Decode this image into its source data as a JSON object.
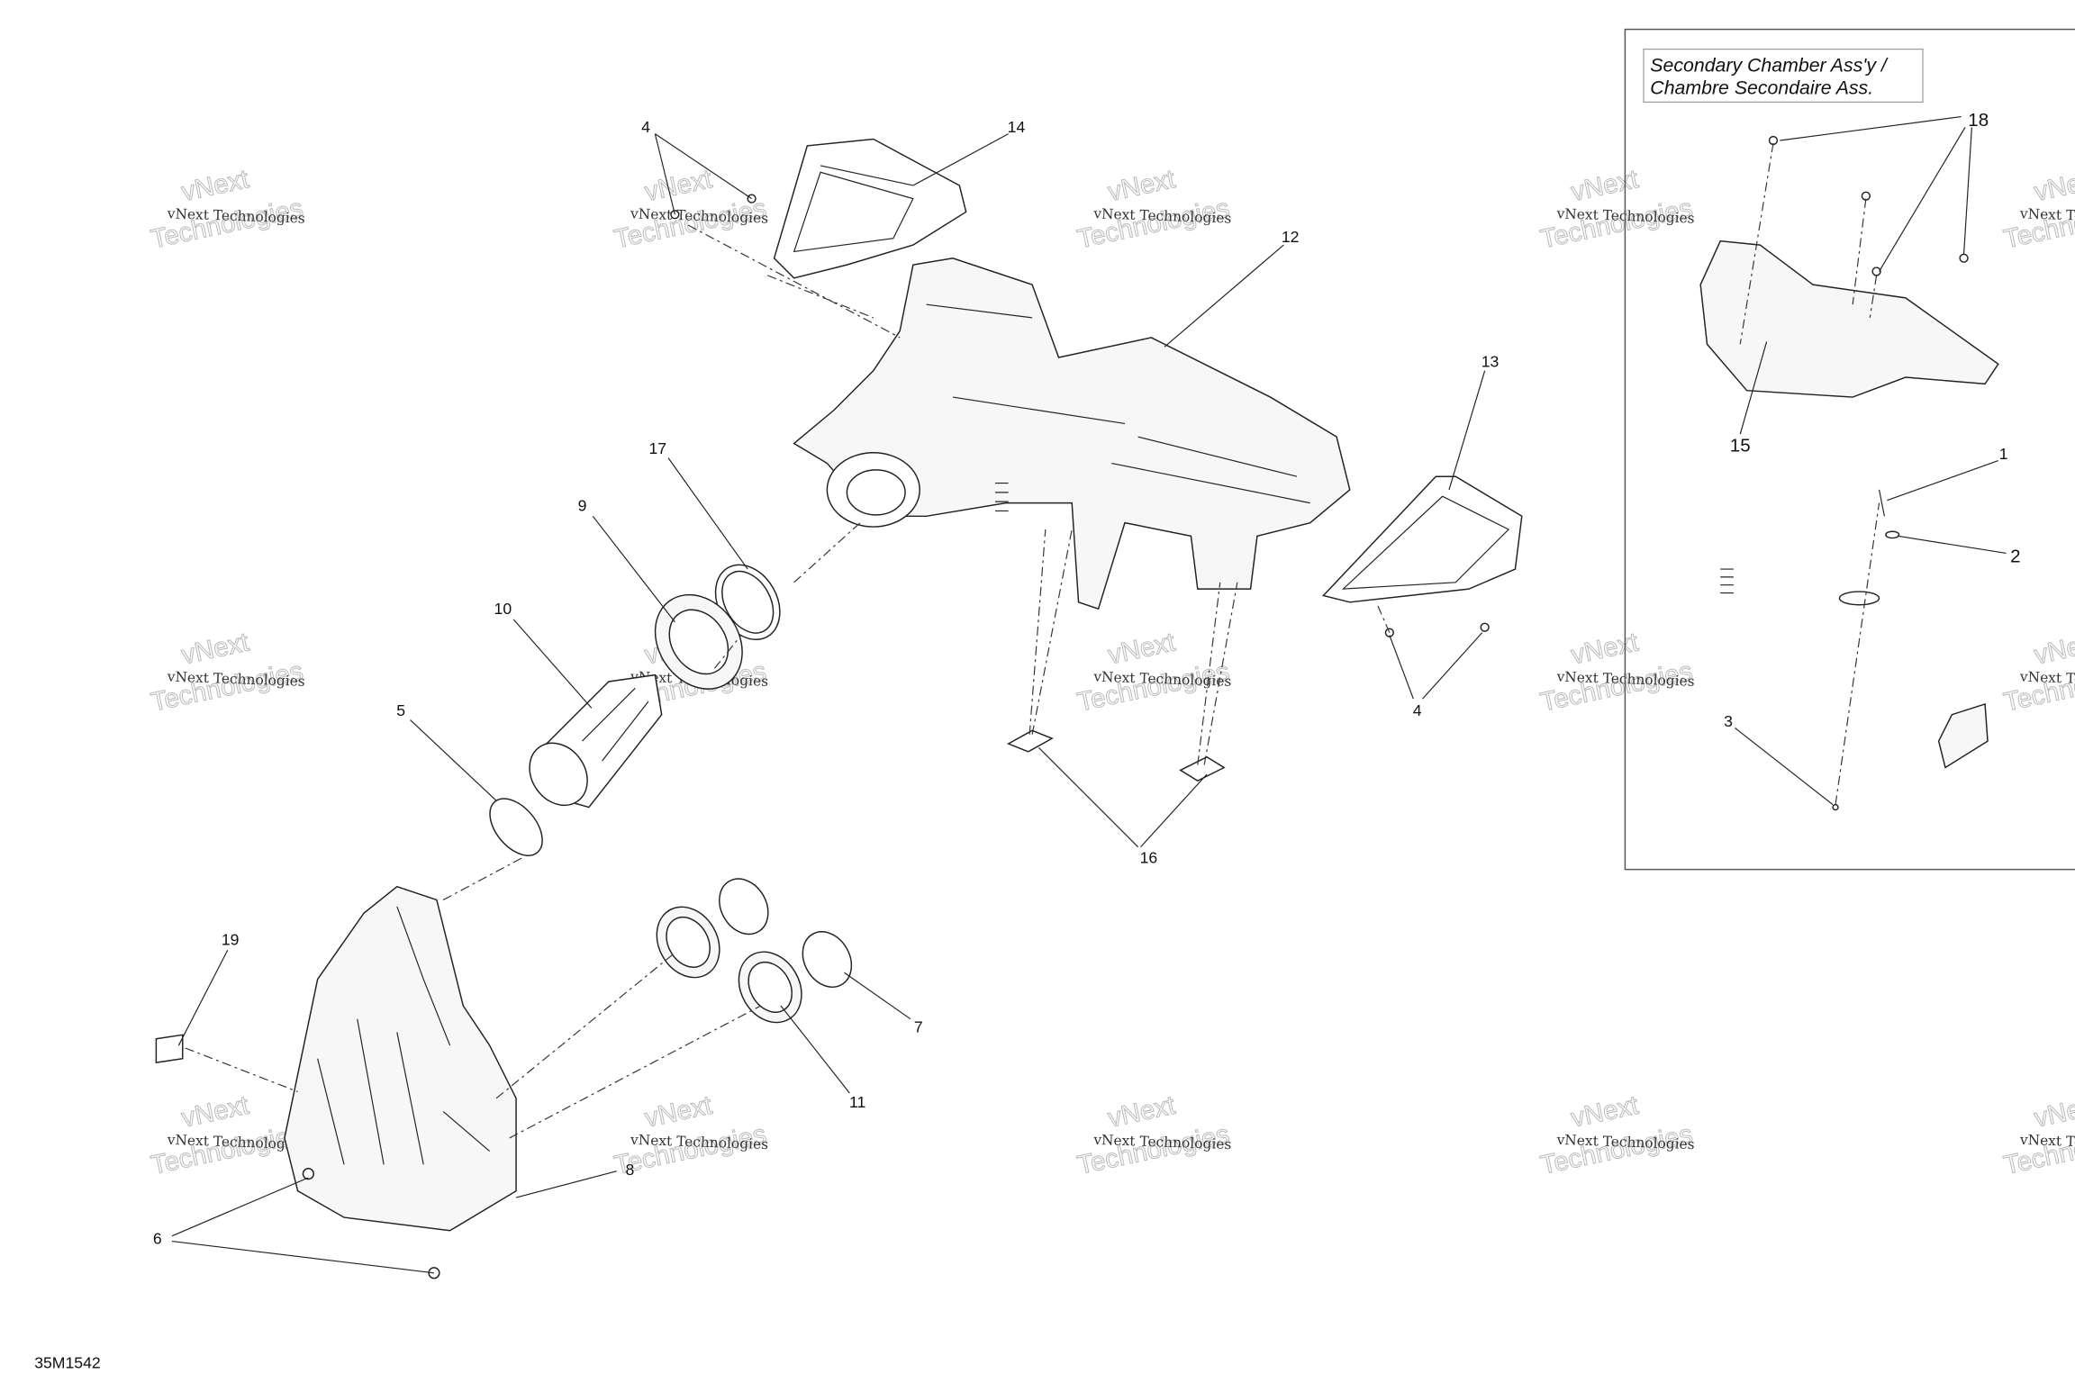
{
  "diagram_code": "35M1542",
  "inset": {
    "title_line1": "Secondary Chamber Ass'y /",
    "title_line2": "Chambre Secondaire Ass."
  },
  "watermark": {
    "line_small": "vNext Technologies",
    "line_big1": "vNext",
    "line_big2": "Technologies"
  },
  "callouts": {
    "c1": "1",
    "c2": "2",
    "c3": "3",
    "c4a": "4",
    "c4b": "4",
    "c5": "5",
    "c6": "6",
    "c7": "7",
    "c8": "8",
    "c9": "9",
    "c10": "10",
    "c11": "11",
    "c12": "12",
    "c13": "13",
    "c14": "14",
    "c15": "15",
    "c16": "16",
    "c17": "17",
    "c18": "18",
    "c19": "19"
  }
}
